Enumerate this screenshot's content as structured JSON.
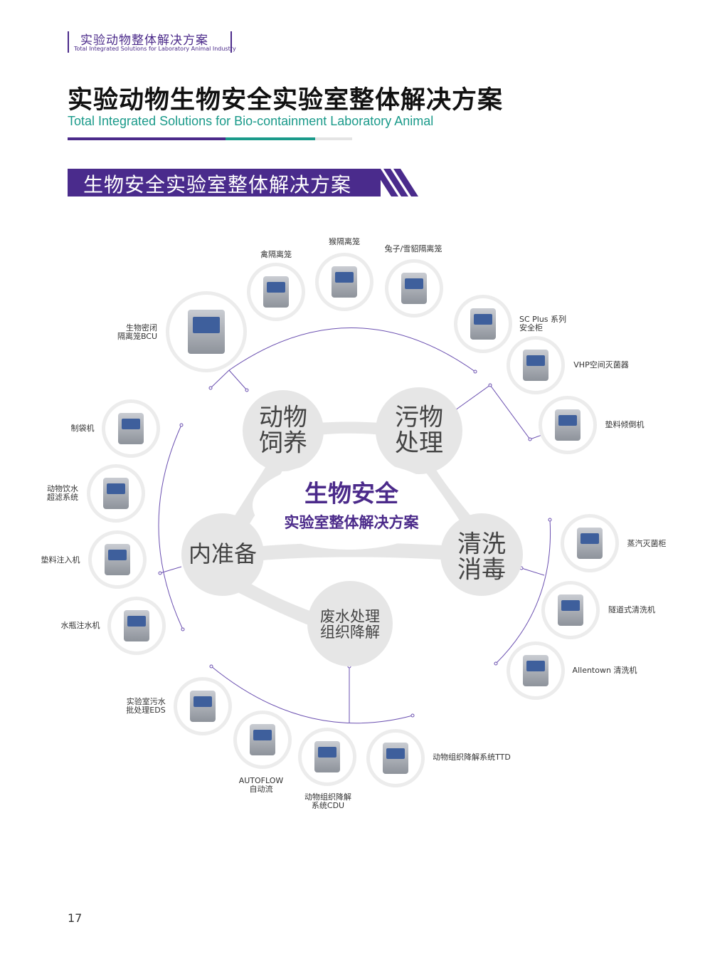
{
  "header": {
    "title_cn": "实验动物整体解决方案",
    "title_en": "Total Integrated Solutions for Laboratory Animal Industry"
  },
  "page_title": {
    "cn": "实验动物生物安全实验室整体解决方案",
    "en": "Total Integrated Solutions for Bio-containment Laboratory Animal"
  },
  "section_title": "生物安全实验室整体解决方案",
  "center": {
    "title": "生物安全",
    "subtitle": "实验室整体解决方案"
  },
  "nodes": {
    "feeding": "动物\n饲养",
    "waste": "污物\n处理",
    "prep": "内准备",
    "wash": "清洗\n消毒",
    "water": "废水处理\n组织降解"
  },
  "products": [
    {
      "label": "生物密闭\n隔离笼BCU"
    },
    {
      "label": "禽隔离笼"
    },
    {
      "label": "猴隔离笼"
    },
    {
      "label": "兔子/雪貂隔离笼"
    },
    {
      "label": "SC Plus 系列\n安全柜"
    },
    {
      "label": "VHP空间灭菌器"
    },
    {
      "label": "垫料倾倒机"
    },
    {
      "label": "制袋机"
    },
    {
      "label": "动物饮水\n超滤系统"
    },
    {
      "label": "垫料注入机"
    },
    {
      "label": "水瓶注水机"
    },
    {
      "label": "蒸汽灭菌柜"
    },
    {
      "label": "隧道式清洗机"
    },
    {
      "label": "Allentown 清洗机"
    },
    {
      "label": "实验室污水\n批处理EDS"
    },
    {
      "label": "AUTOFLOW\n自动流"
    },
    {
      "label": "动物组织降解\n系统CDU"
    },
    {
      "label": "动物组织降解系统TTD"
    }
  ],
  "page_number": "17",
  "colors": {
    "purple": "#4b2a8a",
    "teal": "#1a9a8a",
    "grey": "#e6e6e6"
  }
}
